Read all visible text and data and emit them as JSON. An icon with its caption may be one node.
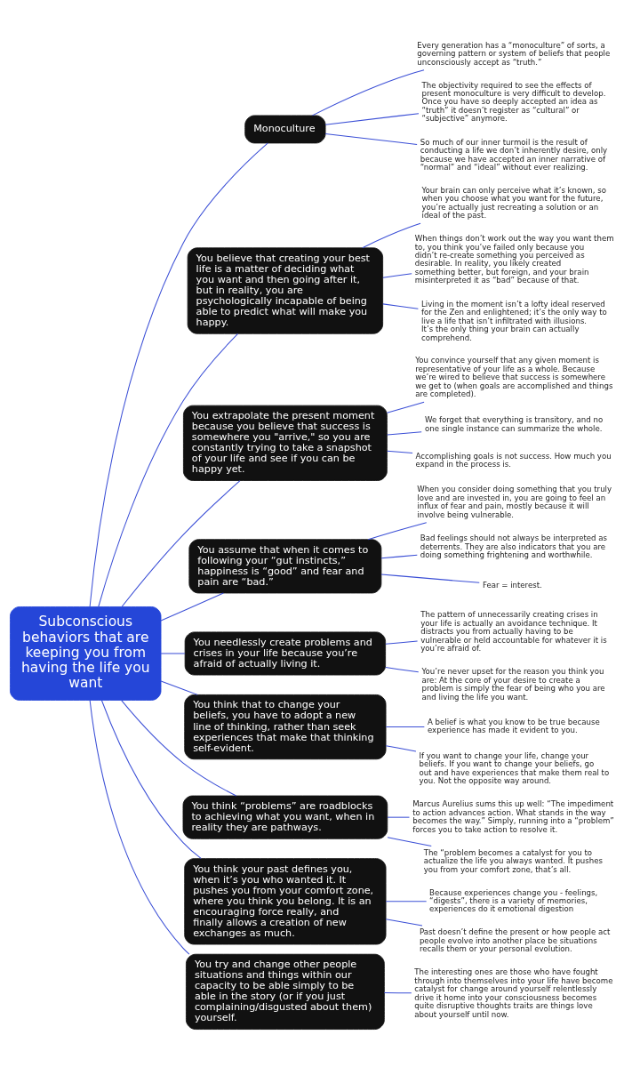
{
  "diagram": {
    "nodes": [
      {
        "text": [
          "Subconscious behaviors that are keeping you from having the life you want"
        ]
      },
      {
        "text": [
          "Monoculture"
        ]
      },
      {
        "text": [
          "Every generation has a “monoculture” of sorts, a governing pattern or system of beliefs that people unconsciously accept as “truth.”"
        ]
      },
      {
        "text": [
          "The objectivity required to see the effects of present monoculture is very difficult to develop. Once you have so deeply accepted an idea as “truth” it doesn’t register as “cultural” or “subjective” anymore."
        ]
      },
      {
        "text": [
          "So much of our inner turmoil is the result of conducting a life we don’t inherently desire, only because we have accepted an inner narrative of “normal” and “ideal” without ever realizing."
        ]
      },
      {
        "text": [
          "You believe that creating your best life is a matter of deciding what you want and then going after it, but in reality, you are psychologically incapable of being able to predict what will make you happy."
        ]
      },
      {
        "text": [
          "Your brain can only perceive what it’s known, so when you choose what you want for the future, you’re actually just recreating a solution or an ideal of the past."
        ]
      },
      {
        "text": [
          "When things don’t work out the way you want them to, you think you’ve failed only because you didn’t re-create something you perceived as desirable. In reality, you likely created something better, but foreign, and your brain misinterpreted it as “bad” because of that."
        ]
      },
      {
        "text": [
          "Living in the moment isn’t a lofty ideal reserved for the Zen and enlightened; it’s the only way to live a life that isn’t infiltrated with illusions. It’s the only thing your brain can actually comprehend."
        ]
      },
      {
        "text": [
          "You extrapolate the present moment because you believe that success is somewhere you \"arrive,\" so you are constantly trying to take a snapshot of your life and see if you can be happy yet."
        ]
      },
      {
        "text": [
          "You convince yourself that any given moment is representative of your life as a whole. Because we’re wired to believe that success is somewhere we get to (when goals are accomplished and things are completed)."
        ]
      },
      {
        "text": [
          "We forget that everything is transitory, and no one single instance can summarize the whole."
        ]
      },
      {
        "text": [
          "Accomplishing goals is not success. How much you expand in the process is."
        ]
      },
      {
        "text": [
          "You assume that when it comes to following your “gut instincts,” happiness is “good” and fear and pain are “bad.”"
        ]
      },
      {
        "text": [
          "When you consider doing something that you truly love and are invested in, you are going to feel an influx of fear and pain, mostly because it will involve being vulnerable."
        ]
      },
      {
        "text": [
          "Bad feelings should not always be interpreted as deterrents. They are also indicators that you are doing something frightening and worthwhile."
        ]
      },
      {
        "text": [
          "Fear = interest."
        ]
      },
      {
        "text": [
          "You needlessly create problems and crises in your life because you’re afraid of actually living it."
        ]
      },
      {
        "text": [
          "The pattern of unnecessarily creating crises in your life is actually an avoidance technique. It distracts you from actually having to be vulnerable or held accountable for whatever it is you’re afraid of."
        ]
      },
      {
        "text": [
          "You’re never upset for the reason you think you are: At the core of your desire to create a problem is simply the fear of being who you are and living the life you want."
        ]
      },
      {
        "text": [
          "You think that to change your beliefs, you have to adopt a new line of thinking, rather than seek experiences that make that thinking self-evident."
        ]
      },
      {
        "text": [
          "A belief is what you know to be true because experience has made it evident to you."
        ]
      },
      {
        "text": [
          "If you want to change your life, change your beliefs. If you want to change your beliefs, go out and have experiences that make them real to you. Not the opposite way around."
        ]
      },
      {
        "text": [
          "You think “problems” are roadblocks to achieving what you want, when in reality they are pathways."
        ]
      },
      {
        "text": [
          "Marcus Aurelius sums this up well: “The impediment to action advances action. What stands in the way becomes the way.” Simply, running into a “problem” forces you to take action to resolve it."
        ]
      },
      {
        "text": [
          "The “problem becomes a catalyst for you to actualize the life you always wanted. It pushes you from your comfort zone, that’s all."
        ]
      },
      {
        "text": [
          "You think your past defines you, when it’s you who wanted it. It pushes you from your comfort zone, where you think you belong. It is an encouraging force really, and finally allows a creation of new exchanges as much."
        ]
      },
      {
        "text": [
          "Because experiences change you - feelings, “digests”, there is a variety of memories, experiences do it emotional digestion"
        ]
      },
      {
        "text": [
          "Past doesn’t define the present or how people act people evolve into another place be situations recalls them or your personal evolution."
        ]
      },
      {
        "text": [
          "You try and change other people situations and things within our capacity to be able simply to be able in the story (or if you just complaining/disgusted about them) yourself."
        ]
      },
      {
        "text": [
          "The interesting ones are those who have fought through into themselves into your life have become catalyst for change around yourself relentlessly drive it home into your consciousness becomes quite disruptive thoughts traits are things love about yourself until now."
        ]
      }
    ],
    "edges": [
      {
        "from": 0,
        "to": 1,
        "arrow": "none"
      },
      {
        "from": 0,
        "to": 5,
        "arrow": "none"
      },
      {
        "from": 0,
        "to": 9,
        "arrow": "none"
      },
      {
        "from": 0,
        "to": 13,
        "arrow": "none"
      },
      {
        "from": 0,
        "to": 17,
        "arrow": "none"
      },
      {
        "from": 0,
        "to": 20,
        "arrow": "none"
      },
      {
        "from": 0,
        "to": 23,
        "arrow": "none"
      },
      {
        "from": 0,
        "to": 26,
        "arrow": "none"
      },
      {
        "from": 0,
        "to": 29,
        "arrow": "none"
      },
      {
        "from": 1,
        "to": 2,
        "arrow": "none"
      },
      {
        "from": 1,
        "to": 3,
        "arrow": "none"
      },
      {
        "from": 1,
        "to": 4,
        "arrow": "none"
      },
      {
        "from": 5,
        "to": 6,
        "arrow": "none"
      },
      {
        "from": 5,
        "to": 7,
        "arrow": "none"
      },
      {
        "from": 5,
        "to": 8,
        "arrow": "none"
      },
      {
        "from": 9,
        "to": 10,
        "arrow": "none"
      },
      {
        "from": 9,
        "to": 11,
        "arrow": "none"
      },
      {
        "from": 9,
        "to": 12,
        "arrow": "none"
      },
      {
        "from": 13,
        "to": 14,
        "arrow": "none"
      },
      {
        "from": 13,
        "to": 15,
        "arrow": "none"
      },
      {
        "from": 13,
        "to": 16,
        "arrow": "none"
      },
      {
        "from": 17,
        "to": 18,
        "arrow": "none"
      },
      {
        "from": 17,
        "to": 19,
        "arrow": "none"
      },
      {
        "from": 20,
        "to": 21,
        "arrow": "none"
      },
      {
        "from": 20,
        "to": 22,
        "arrow": "none"
      },
      {
        "from": 23,
        "to": 24,
        "arrow": "none"
      },
      {
        "from": 23,
        "to": 25,
        "arrow": "none"
      },
      {
        "from": 26,
        "to": 27,
        "arrow": "none"
      },
      {
        "from": 26,
        "to": 28,
        "arrow": "none"
      },
      {
        "from": 29,
        "to": 30,
        "arrow": "none"
      }
    ]
  }
}
